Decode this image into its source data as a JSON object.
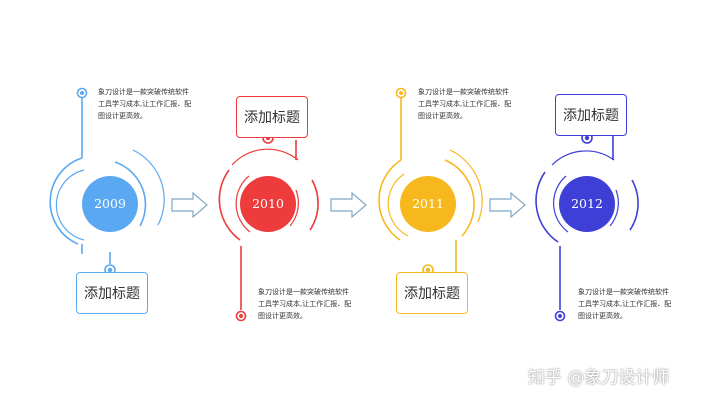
{
  "colors": {
    "blue": "#5aa8f2",
    "red": "#ee3b3b",
    "yellow": "#f7b81e",
    "indigo": "#3d3fd6",
    "arrow": "#7fa9c6"
  },
  "steps": [
    {
      "year": "2009",
      "box_label": "添加标题",
      "color": "#5aa8f2",
      "desc_lines": [
        "象刀设计是一款突破传统软件",
        "工具学习成本,让工作汇报、配",
        "图设计更高效。"
      ]
    },
    {
      "year": "2010",
      "box_label": "添加标题",
      "color": "#ee3b3b",
      "desc_lines": [
        "象刀设计是一款突破传统软件",
        "工具学习成本,让工作汇报、配",
        "图设计更高效。"
      ]
    },
    {
      "year": "2011",
      "box_label": "添加标题",
      "color": "#f7b81e",
      "desc_lines": [
        "象刀设计是一款突破传统软件",
        "工具学习成本,让工作汇报、配",
        "图设计更高效。"
      ]
    },
    {
      "year": "2012",
      "box_label": "添加标题",
      "color": "#3d3fd6",
      "desc_lines": [
        "象刀设计是一款突破传统软件",
        "工具学习成本,让工作汇报、配",
        "图设计更高效。"
      ]
    }
  ],
  "watermark": "知乎 @象刀设计师"
}
